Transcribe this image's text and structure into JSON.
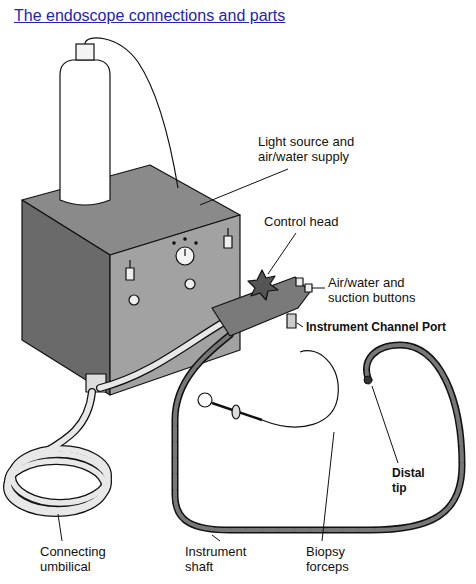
{
  "diagram": {
    "title": "The endoscope connections and parts",
    "labels": [
      "Light source and air/water supply",
      "Control head",
      "Air/water and suction buttons",
      "Instrument Channel Port",
      "Distal tip",
      "Connecting umbilical",
      "Instrument shaft",
      "Biopsy forceps"
    ]
  }
}
